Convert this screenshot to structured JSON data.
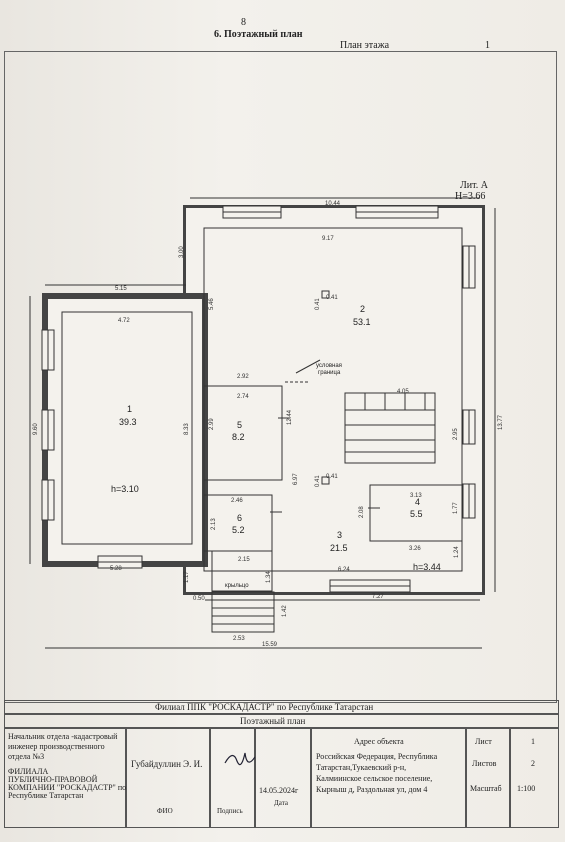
{
  "header": {
    "page_number": "8",
    "section_title": "6. Поэтажный план",
    "sheet_title": "План этажа",
    "sheet_number": "1"
  },
  "plan": {
    "liter": "Лит. А",
    "height": "H=3.66",
    "boundary_label_1": "условная",
    "boundary_label_2": "граница",
    "porch_label": "крыльцо",
    "rooms": [
      {
        "number": "1",
        "area": "39.3",
        "height": "h=3.10"
      },
      {
        "number": "2",
        "area": "53.1"
      },
      {
        "number": "3",
        "area": "21.5",
        "height": "h=3.44"
      },
      {
        "number": "4",
        "area": "5.5"
      },
      {
        "number": "5",
        "area": "8.2"
      },
      {
        "number": "6",
        "area": "5.2"
      }
    ],
    "dims": {
      "d0": "10.44",
      "d1": "9.17",
      "d2": "3.00",
      "d3": "5.15",
      "d4": "5.46",
      "d5": "4.72",
      "d6": "2.92",
      "d7": "4.05",
      "d8": "9.60",
      "d9": "8.33",
      "d10": "2.74",
      "d11": "2.99",
      "d12": "12.44",
      "d13": "2.95",
      "d14": "13.77",
      "d15": "6.97",
      "d16": "2.46",
      "d17": "2.08",
      "d18": "1.77",
      "d19": "3.13",
      "d20": "2.13",
      "d21": "3.26",
      "d22": "2.15",
      "d23": "1.24",
      "d24": "5.28",
      "d25": "1.17",
      "d26": "1.34",
      "d27": "6.24",
      "d28": "0.50",
      "d29": "7.27",
      "d30": "1.42",
      "d31": "2.53",
      "d32": "15.59",
      "d33": "0.41",
      "d34": "0.41",
      "d35": "0.41",
      "d36": "0.41"
    }
  },
  "title_block": {
    "organization": "Филиал ППК \"РОСКАДАСТР\" по Республике Татарстан",
    "doc_title": "Поэтажный план",
    "position_1": "Начальник отдела -кадастровый",
    "position_2": "инженер производственного",
    "position_3": "отдела №3",
    "position_4": "ФИЛИАЛА",
    "position_5": "ПУБЛИЧНО-ПРАВОВОЙ",
    "position_6": "КОМПАНИИ \"РОСКАДАСТР\" по",
    "position_7": "Республике Татарстан",
    "position_8": "",
    "name": "Губайдуллин Э. И.",
    "col_fio": "ФИО",
    "col_signature": "Подпись",
    "date": "14.05.2024г",
    "col_date": "Дата",
    "address_label": "Адрес объекта",
    "address_1": "Российская Федерация, Республика",
    "address_2": "Татарстан,Тукаевский р-н,",
    "address_3": "Калмиинское сельское поселение,",
    "address_4": "Кырныш д, Раздольная ул, дом 4",
    "sheet_label": "Лист",
    "sheets_label": "Листов",
    "scale_label": "Масштаб",
    "sheet_value": "1",
    "sheets_value": "2",
    "scale_value": "1:100"
  }
}
